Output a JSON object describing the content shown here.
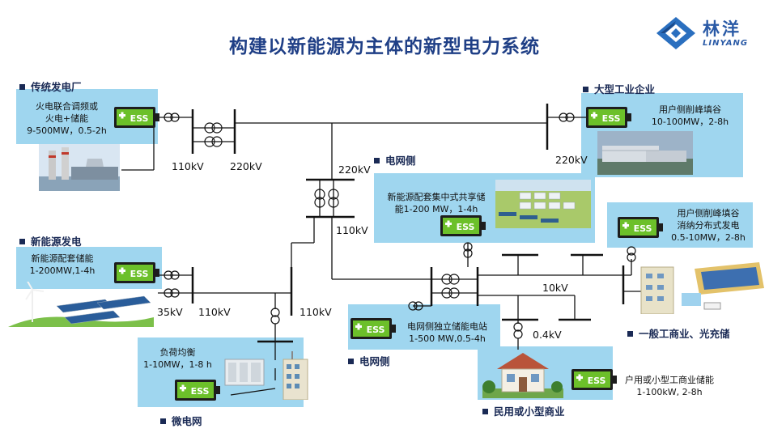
{
  "title": "构建以新能源为主体的新型电力系统",
  "logo": {
    "cn": "林洋",
    "en": "LINYANG"
  },
  "ess_label": "ESS",
  "sections": {
    "traditional": "传统发电厂",
    "industrial": "大型工业企业",
    "grid_top": "电网侧",
    "renewable": "新能源发电",
    "commercial": "一般工商业、光充储",
    "grid_bottom": "电网侧",
    "microgrid": "微电网",
    "residential": "民用或小型商业"
  },
  "panels": {
    "traditional": [
      "火电联合调频或",
      "火电+储能",
      "9-500MW，0.5-2h"
    ],
    "industrial": [
      "用户侧削峰填谷",
      "10-100MW，2-8h"
    ],
    "grid_shared": [
      "新能源配套集中式共享储",
      "能1-200 MW，1-4h"
    ],
    "commercial": [
      "用户侧削峰填谷",
      "消纳分布式发电",
      "0.5-10MW，2-8h"
    ],
    "renewable": [
      "新能源配套储能",
      "1-200MW,1-4h"
    ],
    "grid_independent": [
      "电网侧独立储能电站",
      "1-500 MW,0.5-4h"
    ],
    "microgrid": [
      "负荷均衡",
      "1-10MW，1-8 h"
    ],
    "residential": [
      "户用或小型工商业储能",
      "1-100kW, 2-8h"
    ]
  },
  "voltages": {
    "tl_110": "110kV",
    "tl_220": "220kV",
    "tr_220": "220kV",
    "center_220": "220kV",
    "center_110": "110kV",
    "ren_35": "35kV",
    "ren_110": "110kV",
    "mid_110": "110kV",
    "dist_10": "10kV",
    "dist_04": "0.4kV"
  },
  "colors": {
    "title": "#1f3f86",
    "panel": "#9fd6ef",
    "battery": "#6cc02a",
    "section": "#1a2a55"
  }
}
